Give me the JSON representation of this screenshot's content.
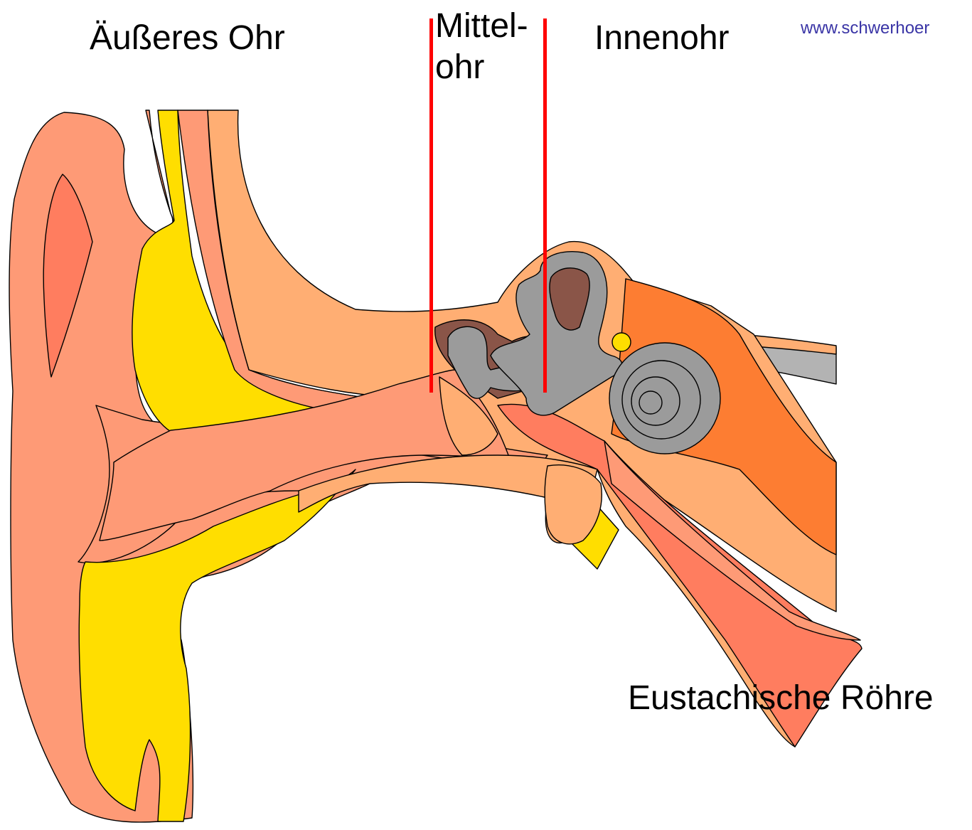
{
  "labels": {
    "outer_ear": "Äußeres Ohr",
    "middle_ear": "Mittel-ohr",
    "inner_ear": "Innenohr",
    "eustachian_tube": "Eustachische Röhre"
  },
  "watermark": "www.schwerhoer",
  "colors": {
    "skin": "#fe9a76",
    "skin_light": "#ffae73",
    "cartilage": "#ffde00",
    "deep_red": "#ff7d5f",
    "inner_orange": "#fd7d32",
    "bone_gray": "#9b9b9b",
    "bone_brown": "#8a5548",
    "divider_red": "#ff0000",
    "watermark_blue": "#3a35a6"
  }
}
